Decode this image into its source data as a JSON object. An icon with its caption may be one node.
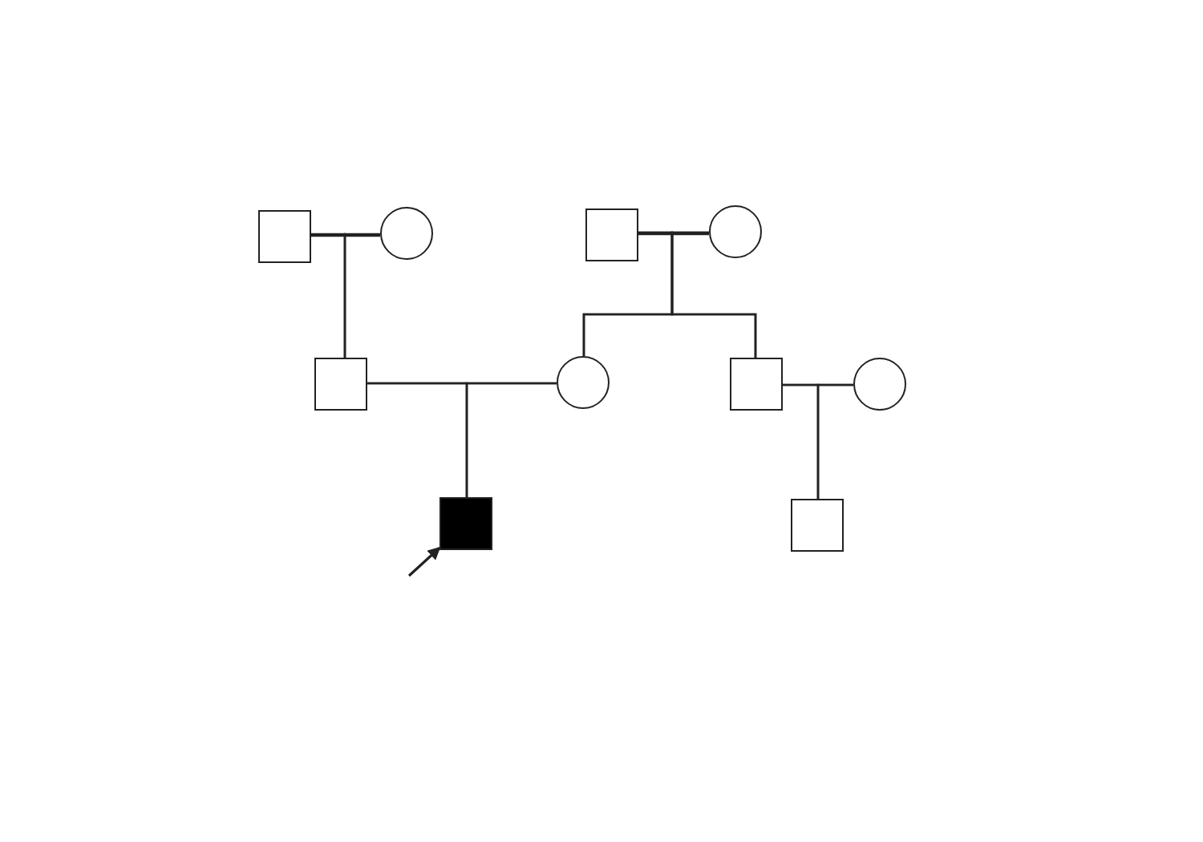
{
  "diagram": {
    "nodes": [
      {
        "text": [],
        "shape": "box"
      },
      {
        "text": [],
        "shape": "circle"
      },
      {
        "text": [],
        "shape": "box"
      },
      {
        "text": [],
        "shape": "circle"
      },
      {
        "text": [],
        "shape": "box"
      },
      {
        "text": [],
        "shape": "circle"
      },
      {
        "text": [],
        "shape": "box"
      },
      {
        "text": [],
        "shape": "circle"
      },
      {
        "text": [],
        "shape": "filled-box"
      },
      {
        "text": [],
        "shape": "box"
      }
    ],
    "edges": [
      {
        "from": 0,
        "to": 1,
        "arrow": "none"
      },
      {
        "from": 0,
        "to": 4,
        "arrow": "none"
      },
      {
        "from": 1,
        "to": 4,
        "arrow": "none"
      },
      {
        "from": 2,
        "to": 3,
        "arrow": "none"
      },
      {
        "from": 2,
        "to": 5,
        "arrow": "none"
      },
      {
        "from": 3,
        "to": 5,
        "arrow": "none"
      },
      {
        "from": 2,
        "to": 6,
        "arrow": "none"
      },
      {
        "from": 3,
        "to": 6,
        "arrow": "none"
      },
      {
        "from": 4,
        "to": 5,
        "arrow": "none"
      },
      {
        "from": 4,
        "to": 8,
        "arrow": "none"
      },
      {
        "from": 5,
        "to": 8,
        "arrow": "none"
      },
      {
        "from": 6,
        "to": 7,
        "arrow": "none"
      },
      {
        "from": 6,
        "to": 9,
        "arrow": "none"
      },
      {
        "from": 7,
        "to": 9,
        "arrow": "none"
      },
      {
        "from": null,
        "to": 8,
        "arrow": "to"
      }
    ]
  }
}
